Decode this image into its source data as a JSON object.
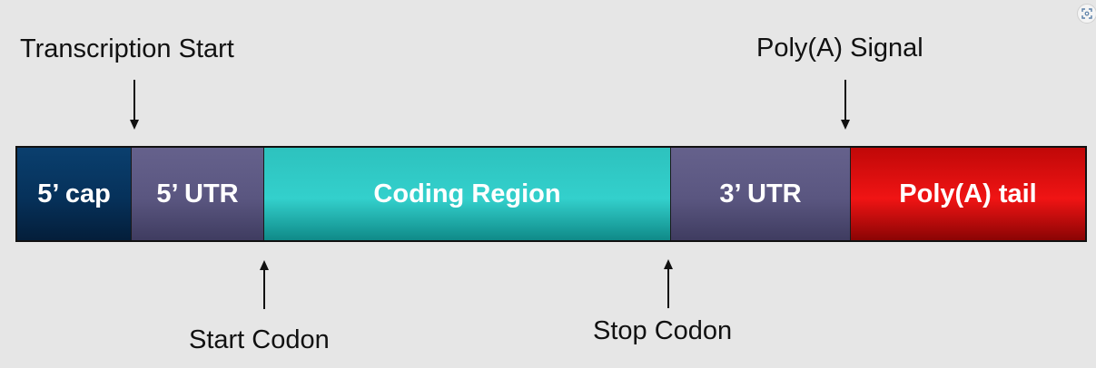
{
  "diagram": {
    "top_labels": {
      "transcription_start": "Transcription Start",
      "polya_signal": "Poly(A) Signal"
    },
    "bottom_labels": {
      "start_codon": "Start Codon",
      "stop_codon": "Stop Codon"
    },
    "segments": [
      {
        "label": "5’ cap",
        "color": "#08355f"
      },
      {
        "label": "5’ UTR",
        "color": "#5c5882"
      },
      {
        "label": "Coding Region",
        "color": "#2ec8c4"
      },
      {
        "label": "3’ UTR",
        "color": "#5c5882"
      },
      {
        "label": "Poly(A) tail",
        "color": "#e01010"
      }
    ]
  },
  "toolbar": {
    "expand_icon": "expand-icon"
  }
}
